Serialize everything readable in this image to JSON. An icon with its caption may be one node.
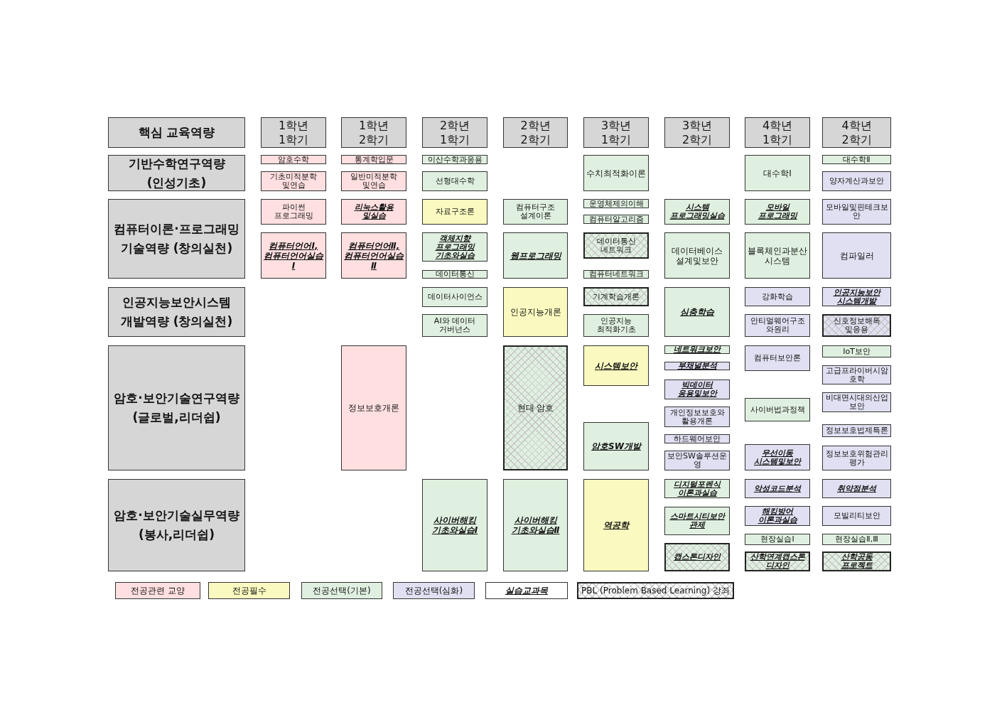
{
  "diagram": {
    "nodes": [
      {
        "text": [
          "핵심 교육역량"
        ]
      },
      {
        "text": [
          "1학년 1학기"
        ]
      },
      {
        "text": [
          "1학년 2학기"
        ]
      },
      {
        "text": [
          "2학년 1학기"
        ]
      },
      {
        "text": [
          "2학년 2학기"
        ]
      },
      {
        "text": [
          "3학년 1학기"
        ]
      },
      {
        "text": [
          "3학년 2학기"
        ]
      },
      {
        "text": [
          "4학년 1학기"
        ]
      },
      {
        "text": [
          "4학년 2학기"
        ]
      },
      {
        "text": [
          "기반수학연구역량 (인성기초)"
        ]
      },
      {
        "text": [
          "암호수학"
        ]
      },
      {
        "text": [
          "기초미적분학 및연습"
        ]
      },
      {
        "text": [
          "통계학입문"
        ]
      },
      {
        "text": [
          "일반미적분학 및연습"
        ]
      },
      {
        "text": [
          "이산수학과응용"
        ]
      },
      {
        "text": [
          "선형대수학"
        ]
      },
      {
        "text": [
          "수치최적화이론"
        ]
      },
      {
        "text": [
          "대수학Ⅰ"
        ]
      },
      {
        "text": [
          "대수학Ⅱ"
        ]
      },
      {
        "text": [
          "양자계산과보안"
        ]
      },
      {
        "text": [
          "컴퓨터이론·프로그래밍 기술역량 (창의실천)"
        ]
      },
      {
        "text": [
          "파이썬 프로그래밍"
        ]
      },
      {
        "text": [
          "컴퓨터언어Ⅰ, 컴퓨터언어실습Ⅰ"
        ]
      },
      {
        "text": [
          "리눅스활용 및실습"
        ]
      },
      {
        "text": [
          "컴퓨터언어Ⅱ, 컴퓨터언어실습Ⅱ"
        ]
      },
      {
        "text": [
          "자료구조론"
        ]
      },
      {
        "text": [
          "객체지향 프로그래밍 기초와실습"
        ]
      },
      {
        "text": [
          "데이터통신"
        ]
      },
      {
        "text": [
          "컴퓨터구조 설계이론"
        ]
      },
      {
        "text": [
          "웹프로그래밍"
        ]
      },
      {
        "text": [
          "운영체제의이해"
        ]
      },
      {
        "text": [
          "컴퓨터알고리즘"
        ]
      },
      {
        "text": [
          "데이터통신 네트워크"
        ]
      },
      {
        "text": [
          "컴퓨터네트워크"
        ]
      },
      {
        "text": [
          "시스템 프로그래밍실습"
        ]
      },
      {
        "text": [
          "데이터베이스 설계및보안"
        ]
      },
      {
        "text": [
          "모바일 프로그래밍"
        ]
      },
      {
        "text": [
          "블록체인과분산시스템"
        ]
      },
      {
        "text": [
          "모바일및핀테크보안"
        ]
      },
      {
        "text": [
          "컴파일러"
        ]
      },
      {
        "text": [
          "인공지능보안시스템 개발역량 (창의실천)"
        ]
      },
      {
        "text": [
          "데이터사이언스"
        ]
      },
      {
        "text": [
          "AI와 데이터 거버넌스"
        ]
      },
      {
        "text": [
          "인공지능개론"
        ]
      },
      {
        "text": [
          "기계학습개론"
        ]
      },
      {
        "text": [
          "인공지능 최적화기초"
        ]
      },
      {
        "text": [
          "심층학습"
        ]
      },
      {
        "text": [
          "강화학습"
        ]
      },
      {
        "text": [
          "안티멀웨어구조와원리"
        ]
      },
      {
        "text": [
          "인공지능보안 시스템개발"
        ]
      },
      {
        "text": [
          "신호정보해독 및응용"
        ]
      },
      {
        "text": [
          "암호·보안기술연구역량 (글로벌,리더쉽)"
        ]
      },
      {
        "text": [
          "정보보호개론"
        ]
      },
      {
        "text": [
          "현대 암호"
        ]
      },
      {
        "text": [
          "시스템보안"
        ]
      },
      {
        "text": [
          "암호SW개발"
        ]
      },
      {
        "text": [
          "네트워크보안"
        ]
      },
      {
        "text": [
          "부채널분석"
        ]
      },
      {
        "text": [
          "빅데이터 응용및보안"
        ]
      },
      {
        "text": [
          "개인정보보호와활용개론"
        ]
      },
      {
        "text": [
          "하드웨어보안"
        ]
      },
      {
        "text": [
          "보안SW솔루션운영"
        ]
      },
      {
        "text": [
          "컴퓨터보안론"
        ]
      },
      {
        "text": [
          "사이버법과정책"
        ]
      },
      {
        "text": [
          "무선이동 시스템및보안"
        ]
      },
      {
        "text": [
          "IoT보안"
        ]
      },
      {
        "text": [
          "고급프라이버시암호학"
        ]
      },
      {
        "text": [
          "비대면시대의산업보안"
        ]
      },
      {
        "text": [
          "정보보호법제특론"
        ]
      },
      {
        "text": [
          "정보보호위험관리평가"
        ]
      },
      {
        "text": [
          "암호·보안기술실무역량 (봉사,리더쉽)"
        ]
      },
      {
        "text": [
          "사이버해킹 기초와실습Ⅰ"
        ]
      },
      {
        "text": [
          "사이버해킹 기초와실습Ⅱ"
        ]
      },
      {
        "text": [
          "역공학"
        ]
      },
      {
        "text": [
          "디지털포렌식 이론과실습"
        ]
      },
      {
        "text": [
          "스마트시티보안관제"
        ]
      },
      {
        "text": [
          "캡스톤디자인"
        ]
      },
      {
        "text": [
          "악성코드분석"
        ]
      },
      {
        "text": [
          "해킹방어 이론과실습"
        ]
      },
      {
        "text": [
          "현장실습Ⅰ"
        ]
      },
      {
        "text": [
          "산학연계캡스톤디자인"
        ]
      },
      {
        "text": [
          "취약점분석"
        ]
      },
      {
        "text": [
          "모빌리티보안"
        ]
      },
      {
        "text": [
          "현장실습Ⅱ,Ⅲ"
        ]
      },
      {
        "text": [
          "산학공동 프로젝트"
        ]
      }
    ],
    "legend": [
      {
        "text": "전공관련 교양",
        "color": "#ffdfe0"
      },
      {
        "text": "전공필수",
        "color": "#fafac0"
      },
      {
        "text": "전공선택(기본)",
        "color": "#e0f0e0"
      },
      {
        "text": "전공선택(심화)",
        "color": "#e0e0f2"
      },
      {
        "text": "실습교과목"
      },
      {
        "text": "PBL (Problem Based Learning) 강좌"
      }
    ]
  }
}
